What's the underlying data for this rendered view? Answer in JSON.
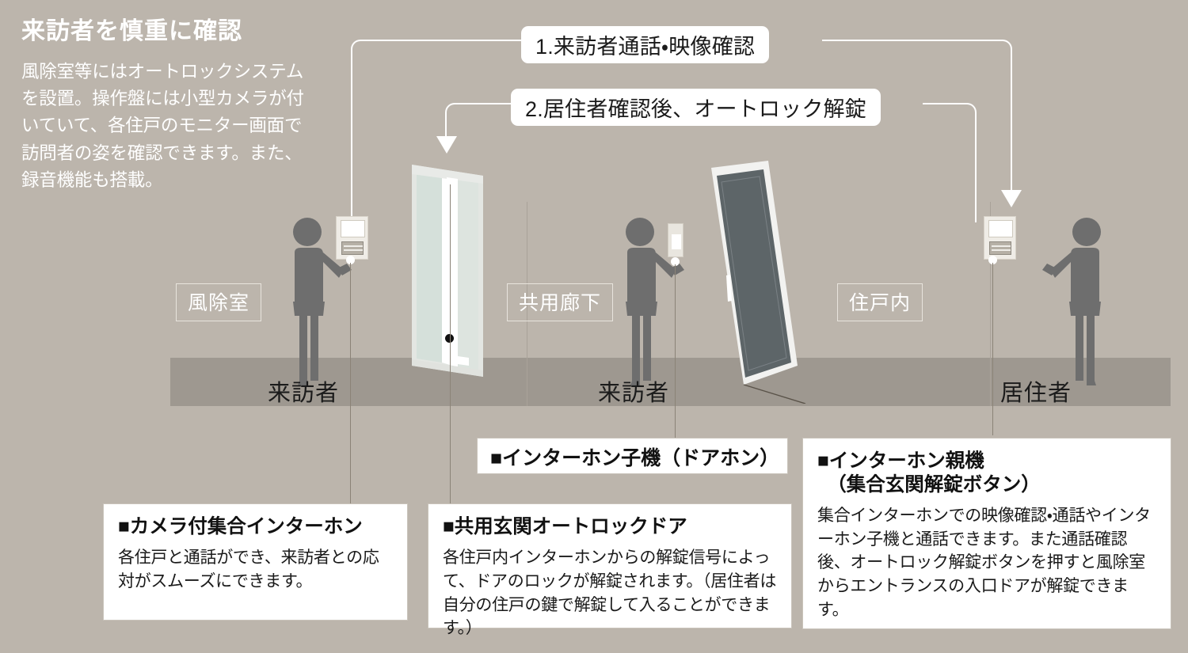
{
  "headline": {
    "title": "来訪者を慎重に確認",
    "body": "風除室等にはオートロックシステムを設置。操作盤には小型カメラが付いていて、各住戸のモニター画面で訪問者の姿を確認できます。また、録音機能も搭載。"
  },
  "steps": [
    {
      "id": "step-1",
      "label": "1.来訪者通話・映像確認"
    },
    {
      "id": "step-2",
      "label": "2.居住者確認後、オートロック解錠"
    }
  ],
  "zones": [
    {
      "id": "zone-entry-vestibule",
      "label": "風除室"
    },
    {
      "id": "zone-common-corridor",
      "label": "共用廊下"
    },
    {
      "id": "zone-inside-dwelling",
      "label": "住戸内"
    }
  ],
  "people": [
    {
      "id": "visitor-left",
      "label": "来訪者"
    },
    {
      "id": "visitor-middle",
      "label": "来訪者"
    },
    {
      "id": "resident-right",
      "label": "居住者"
    }
  ],
  "cards": [
    {
      "id": "card-camera-intercom",
      "title": "■カメラ付集合インターホン",
      "body": "各住戸と通話ができ、来訪者との応対がスムーズにできます。"
    },
    {
      "id": "card-autolock-door",
      "title": "■共用玄関オートロックドア",
      "body": "各住戸内インターホンからの解錠信号によって、ドアのロックが解錠されます。（居住者は自分の住戸の鍵で解錠して入ることができます。）"
    },
    {
      "id": "card-doorphone",
      "title": "■インターホン子機（ドアホン）",
      "body": ""
    },
    {
      "id": "card-intercom-master",
      "title": "■インターホン親機\n　（集合玄関解錠ボタン）",
      "body": "集合インターホンでの映像確認・通話やインターホン子機と通話できます。また通話確認後、オートロック解錠ボタンを押すと風除室からエントランスの入口ドアが解錠できます。"
    }
  ],
  "colors": {
    "wall": "#bcb5ac",
    "floor": "#9e9890",
    "person": "#6e6e6e",
    "pill_bg": "#ffffff",
    "pill_text": "#1a1a1a",
    "card_bg": "#ffffff",
    "glass": "#d7e2dc",
    "entry_door": "#5d6568",
    "line": "#ffffff"
  },
  "icons": {
    "arrow_down": "arrow-down-icon",
    "bullet_square": "black-square-bullet"
  }
}
